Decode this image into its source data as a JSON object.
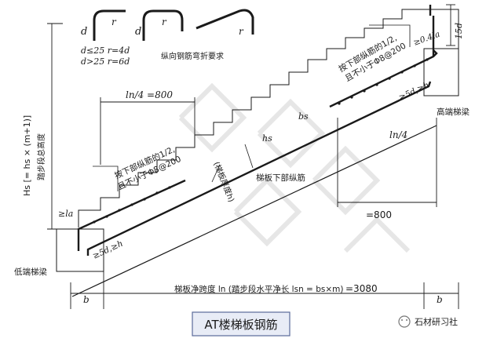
{
  "bend_detail": {
    "title": "纵向钢筋弯折要求",
    "rule1": "d≤25  r=4d",
    "rule2": "d>25  r=6d",
    "d": "d",
    "r": "r"
  },
  "left_axis": {
    "label_main": "Hs [= hs × (m+1)]",
    "label_sub": "踏步段总高度"
  },
  "dimensions": {
    "top_ln4": "ln/4  =800",
    "bottom_ln4": "ln/4",
    "bottom_ln4_value": "=800",
    "span": "梯板净跨度 ln (踏步段水平净长 lsn = bs×m)",
    "span_value": "=3080",
    "b_left": "b",
    "b_right": "b",
    "top_15d": "15d",
    "hs": "hs",
    "bs": "bs",
    "la": "≥la",
    "l5d_left": "≥5d,≥h",
    "l5d_right": "≥5d,≥h",
    "l04": "≥0.4la"
  },
  "notes": {
    "top_right": [
      "按下部纵筋的1/2,",
      "且不小于Φ8@200"
    ],
    "left_mid": [
      "按下部纵筋的1/2,",
      "且不小于Φ8@200"
    ],
    "bottom_rebar": "梯板下部纵筋",
    "thickness": "(梯板厚度h)"
  },
  "beams": {
    "high": "高端梯梁",
    "low": "低端梯梁"
  },
  "caption": "AT楼梯板钢筋",
  "watermark": "石材研习社"
}
